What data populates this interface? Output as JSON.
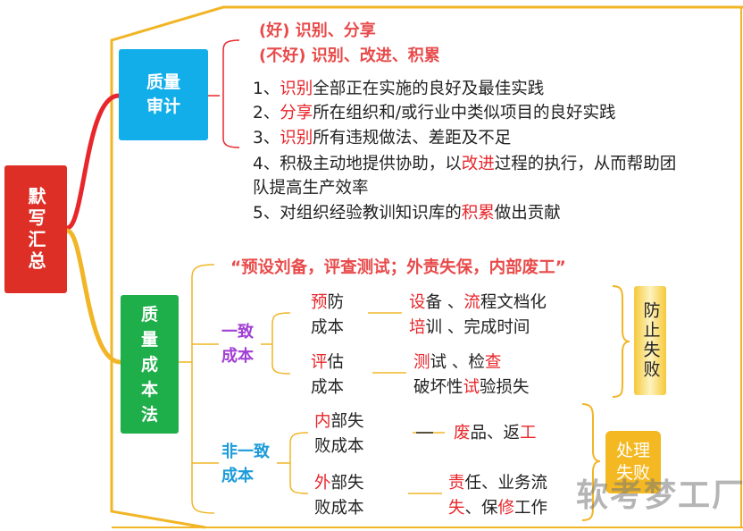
{
  "colors": {
    "root": "#de2f27",
    "audit": "#12aee9",
    "cost": "#1eae4a",
    "frame": "#f1b526",
    "red": "#e8262b",
    "purple": "#a23fd4",
    "blue": "#1c9bd9"
  },
  "root": {
    "label": "默写汇总"
  },
  "audit": {
    "label_1": "质量",
    "label_2": "审计",
    "good": "(好) 识别、分享",
    "bad": "(不好) 识别、改进、积累",
    "items": [
      {
        "a": "1、",
        "b": "识别",
        "c": "全部正在实施的良好及最佳实践"
      },
      {
        "a": "2、",
        "b": "分享",
        "c": "所在组织和/或行业中类似项目的良好实践"
      },
      {
        "a": "3、",
        "b": "识别",
        "c": "所有违规做法、差距及不足"
      },
      {
        "a": "4、积极主动地提供协助，以",
        "b": "改进",
        "c": "过程的执行，从而帮助团"
      },
      {
        "a": "队提高生产效率",
        "b": "",
        "c": ""
      },
      {
        "a": "5、对组织经验教训知识库的",
        "b": "积累",
        "c": "做出贡献"
      }
    ]
  },
  "cost": {
    "label": [
      "质",
      "量",
      "成",
      "本",
      "法"
    ],
    "mnemonic": "“预设刘备，评查测试；外责失保，内部废工”",
    "conform": {
      "label_1": "一致",
      "label_2": "成本",
      "prevention": {
        "l1r": "预",
        "l1": "防",
        "l2": "成本",
        "d1": [
          [
            "设",
            "r"
          ],
          [
            "备 、",
            ""
          ],
          [
            "流",
            "r"
          ],
          [
            "程文档化",
            ""
          ]
        ],
        "d2": [
          [
            "培",
            "r"
          ],
          [
            "训 、完成时间",
            ""
          ]
        ]
      },
      "appraisal": {
        "l1r": "评",
        "l1": "估",
        "l2": "成本",
        "d1": [
          [
            "测",
            "r"
          ],
          [
            "试 、检",
            ""
          ],
          [
            "查",
            "r"
          ]
        ],
        "d2": [
          [
            "破坏性",
            ""
          ],
          [
            "试",
            "r"
          ],
          [
            "验损失",
            ""
          ]
        ]
      },
      "tag": "防止失败"
    },
    "nonconform": {
      "label_1": "非一致",
      "label_2": "成本",
      "internal": {
        "l1r": "内",
        "l1": "部失",
        "l2": "败成本",
        "d1": [
          [
            "废",
            "r"
          ],
          [
            "品、返",
            ""
          ],
          [
            "工",
            "r"
          ]
        ]
      },
      "external": {
        "l1r": "外",
        "l1": "部失",
        "l2": "败成本",
        "d1": [
          [
            "责",
            "r"
          ],
          [
            "任、业务流",
            ""
          ]
        ],
        "d2": [
          [
            "失",
            "r"
          ],
          [
            "、保",
            ""
          ],
          [
            "修",
            "r"
          ],
          [
            "工作",
            ""
          ]
        ]
      },
      "tag": "处理失败"
    }
  },
  "watermark": "软考梦工厂"
}
